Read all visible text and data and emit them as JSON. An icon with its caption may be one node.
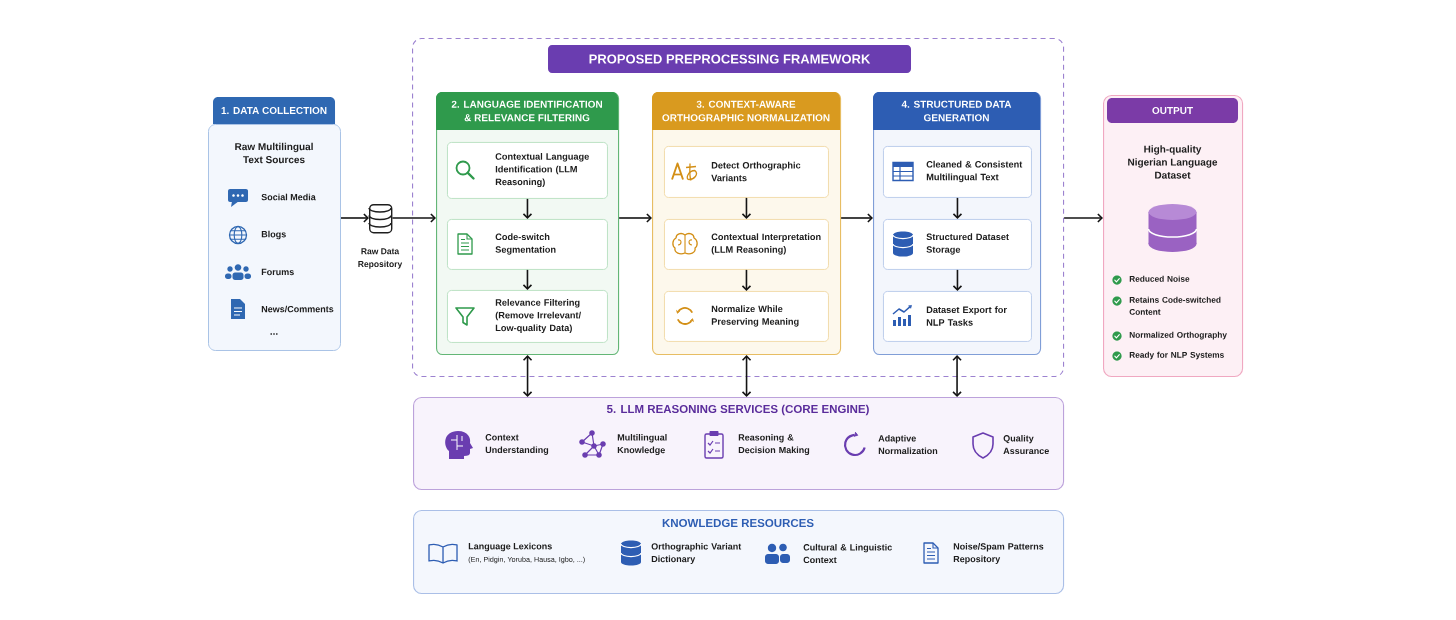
{
  "diagram": {
    "nodes": [
      {
        "text": [
          "PROPOSED PREPROCESSING FRAMEWORK"
        ]
      },
      {
        "text": [
          "1. DATA COLLECTION",
          "Raw Multilingual Text Sources",
          "Social Media",
          "Blogs",
          "Forums",
          "News/Comments",
          "..."
        ]
      },
      {
        "text": [
          "Raw Data Repository"
        ]
      },
      {
        "text": [
          "2. LANGUAGE IDENTIFICATION & RELEVANCE FILTERING"
        ],
        "in": 0
      },
      {
        "text": [
          "Contextual Language Identification (LLM Reasoning)"
        ],
        "in": 3
      },
      {
        "text": [
          "Code-switch Segmentation"
        ],
        "in": 3
      },
      {
        "text": [
          "Relevance Filtering (Remove Irrelevant/ Low-quality Data)"
        ],
        "in": 3
      },
      {
        "text": [
          "3. CONTEXT-AWARE ORTHOGRAPHIC NORMALIZATION"
        ],
        "in": 0
      },
      {
        "text": [
          "Detect Orthographic Variants"
        ],
        "in": 7
      },
      {
        "text": [
          "Contextual Interpretation (LLM Reasoning)"
        ],
        "in": 7
      },
      {
        "text": [
          "Normalize While Preserving Meaning"
        ],
        "in": 7
      },
      {
        "text": [
          "4. STRUCTURED DATA GENERATION"
        ],
        "in": 0
      },
      {
        "text": [
          "Cleaned & Consistent Multilingual Text"
        ],
        "in": 11
      },
      {
        "text": [
          "Structured Dataset Storage"
        ],
        "in": 11
      },
      {
        "text": [
          "Dataset Export for NLP Tasks"
        ],
        "in": 11
      },
      {
        "text": [
          "OUTPUT",
          "High-quality Nigerian Language Dataset",
          "Reduced Noise",
          "Retains Code-switched Content",
          "Normalized Orthography",
          "Ready for NLP Systems"
        ]
      },
      {
        "text": [
          "5. LLM REASONING SERVICES (CORE ENGINE)",
          "Context Understanding",
          "Multilingual Knowledge",
          "Reasoning & Decision Making",
          "Adaptive Normalization",
          "Quality Assurance"
        ]
      },
      {
        "text": [
          "KNOWLEDGE RESOURCES",
          "Language Lexicons",
          "(En, Pidgin, Yoruba, Hausa, Igbo, ...)",
          "Orthographic Variant Dictionary",
          "Cultural & Linguistic Context",
          "Noise/Spam Patterns Repository"
        ]
      }
    ],
    "edges": [
      {
        "from": 1,
        "to": 2,
        "arrow": "to"
      },
      {
        "from": 2,
        "to": 3,
        "arrow": "to"
      },
      {
        "from": 4,
        "to": 5,
        "arrow": "to"
      },
      {
        "from": 5,
        "to": 6,
        "arrow": "to"
      },
      {
        "from": 3,
        "to": 7,
        "arrow": "to"
      },
      {
        "from": 8,
        "to": 9,
        "arrow": "to"
      },
      {
        "from": 9,
        "to": 10,
        "arrow": "to"
      },
      {
        "from": 7,
        "to": 11,
        "arrow": "to"
      },
      {
        "from": 12,
        "to": 13,
        "arrow": "to"
      },
      {
        "from": 13,
        "to": 14,
        "arrow": "to"
      },
      {
        "from": 0,
        "to": 15,
        "arrow": "to"
      },
      {
        "from": 3,
        "to": 16,
        "arrow": "both"
      },
      {
        "from": 7,
        "to": 16,
        "arrow": "both"
      },
      {
        "from": 11,
        "to": 16,
        "arrow": "both"
      }
    ]
  }
}
